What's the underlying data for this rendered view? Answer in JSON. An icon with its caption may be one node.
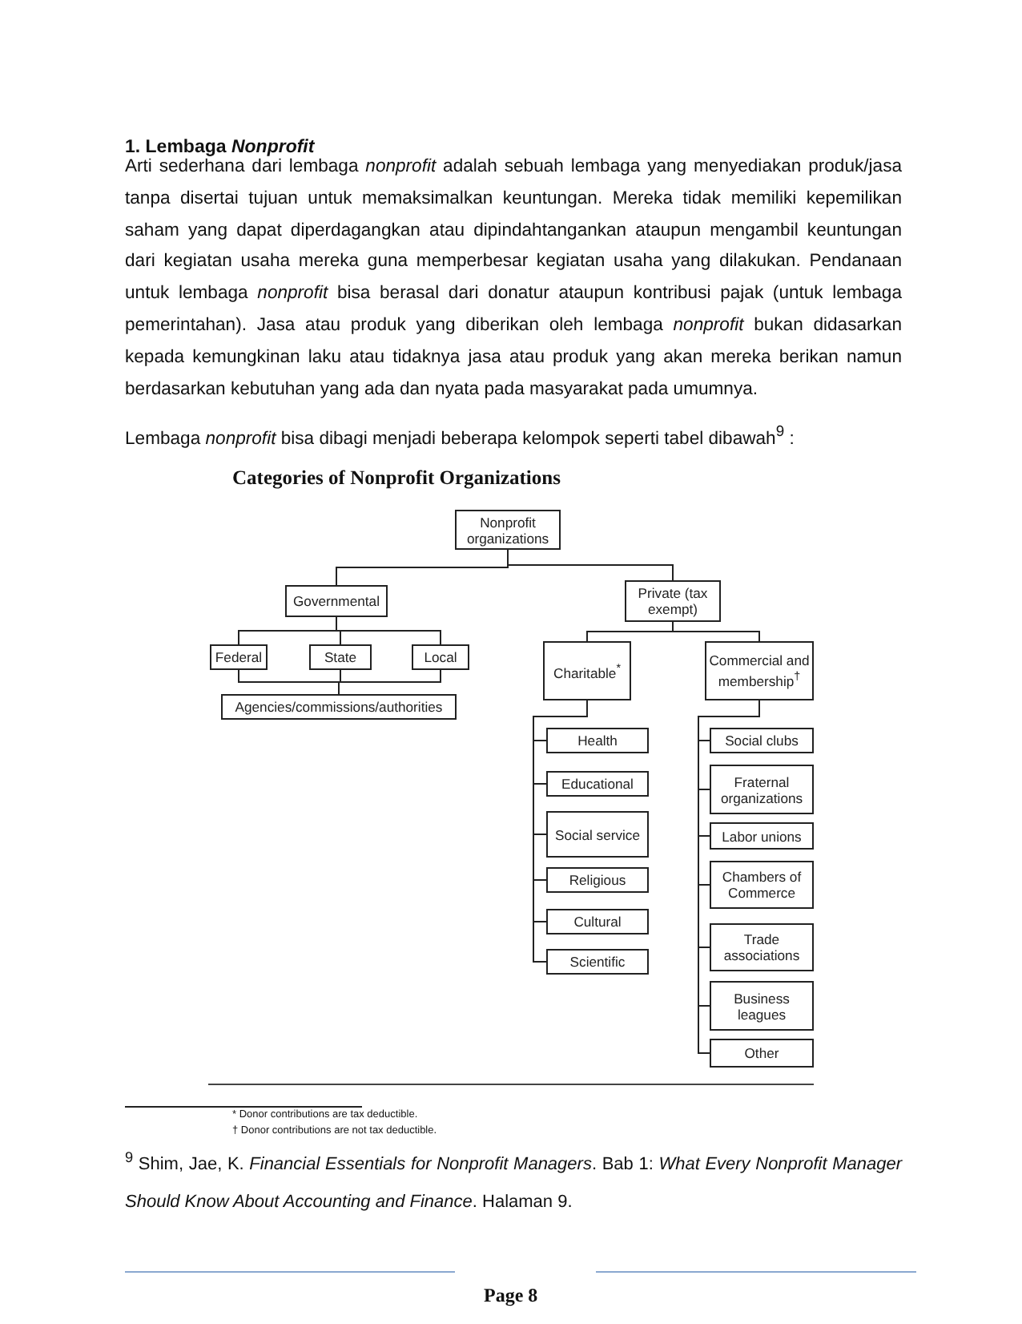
{
  "diagram": {
    "title": "Categories of Nonprofit Organizations",
    "nodes": [
      {
        "text": [
          "Nonprofit organizations"
        ]
      },
      {
        "text": [
          "Governmental"
        ]
      },
      {
        "text": [
          "Private (tax exempt)"
        ]
      },
      {
        "text": [
          "Federal"
        ]
      },
      {
        "text": [
          "State"
        ]
      },
      {
        "text": [
          "Local"
        ]
      },
      {
        "text": [
          "Agencies/commissions/authorities"
        ]
      },
      {
        "text": [
          "Charitable$^{*}$"
        ]
      },
      {
        "text": [
          "Commercial and membership$^{†}$"
        ]
      },
      {
        "text": [
          "Health"
        ]
      },
      {
        "text": [
          "Educational"
        ]
      },
      {
        "text": [
          "Social service"
        ]
      },
      {
        "text": [
          "Religious"
        ]
      },
      {
        "text": [
          "Cultural"
        ]
      },
      {
        "text": [
          "Scientific"
        ]
      },
      {
        "text": [
          "Social clubs"
        ]
      },
      {
        "text": [
          "Fraternal organizations"
        ]
      },
      {
        "text": [
          "Labor unions"
        ]
      },
      {
        "text": [
          "Chambers of Commerce"
        ]
      },
      {
        "text": [
          "Trade associations"
        ]
      },
      {
        "text": [
          "Business leagues"
        ]
      },
      {
        "text": [
          "Other"
        ]
      }
    ],
    "edges": [
      {
        "from": 0,
        "to": 1,
        "arrow": "none"
      },
      {
        "from": 0,
        "to": 2,
        "arrow": "none"
      },
      {
        "from": 1,
        "to": 3,
        "arrow": "none"
      },
      {
        "from": 1,
        "to": 4,
        "arrow": "none"
      },
      {
        "from": 1,
        "to": 5,
        "arrow": "none"
      },
      {
        "from": 3,
        "to": 6,
        "arrow": "none"
      },
      {
        "from": 4,
        "to": 6,
        "arrow": "none"
      },
      {
        "from": 5,
        "to": 6,
        "arrow": "none"
      },
      {
        "from": 2,
        "to": 7,
        "arrow": "none"
      },
      {
        "from": 2,
        "to": 8,
        "arrow": "none"
      },
      {
        "from": 7,
        "to": 9,
        "arrow": "none"
      },
      {
        "from": 7,
        "to": 10,
        "arrow": "none"
      },
      {
        "from": 7,
        "to": 11,
        "arrow": "none"
      },
      {
        "from": 7,
        "to": 12,
        "arrow": "none"
      },
      {
        "from": 7,
        "to": 13,
        "arrow": "none"
      },
      {
        "from": 7,
        "to": 14,
        "arrow": "none"
      },
      {
        "from": 8,
        "to": 15,
        "arrow": "none"
      },
      {
        "from": 8,
        "to": 16,
        "arrow": "none"
      },
      {
        "from": 8,
        "to": 17,
        "arrow": "none"
      },
      {
        "from": 8,
        "to": 18,
        "arrow": "none"
      },
      {
        "from": 8,
        "to": 19,
        "arrow": "none"
      },
      {
        "from": 8,
        "to": 20,
        "arrow": "none"
      },
      {
        "from": 8,
        "to": 21,
        "arrow": "none"
      }
    ],
    "labels": [
      "1.  Lembaga *Nonprofit*",
      "Arti sederhana dari lembaga *nonprofit* adalah sebuah lembaga yang menyediakan produk/jasa tanpa disertai tujuan untuk memaksimalkan keuntungan. Mereka tidak memiliki kepemilikan saham yang dapat diperdagangkan atau dipindahtangankan ataupun mengambil keuntungan dari kegiatan usaha mereka guna memperbesar kegiatan usaha yang dilakukan. Pendanaan untuk lembaga *nonprofit* bisa berasal dari donatur ataupun kontribusi pajak (untuk lembaga pemerintahan). Jasa atau produk yang diberikan oleh lembaga *nonprofit* bukan didasarkan kepada kemungkinan laku atau tidaknya jasa atau produk yang akan mereka berikan namun berdasarkan kebutuhan yang ada dan nyata pada masyarakat pada umumnya.",
      "Lembaga *nonprofit* bisa dibagi menjadi beberapa kelompok seperti tabel dibawah$^{9}$ :",
      "* Donor contributions are tax deductible.",
      "† Donor contributions are not tax deductible.",
      "$^{9}$ Shim, Jae, K. *Financial Essentials for Nonprofit Managers*. Bab 1: *What Every Nonprofit Manager Should Know About Accounting and Finance*. Halaman 9.",
      "Page 8"
    ]
  }
}
